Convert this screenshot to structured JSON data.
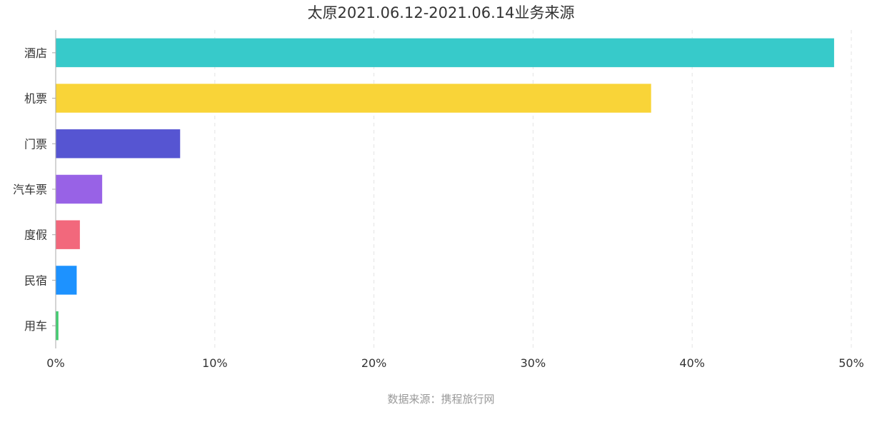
{
  "chart_data": {
    "type": "bar",
    "orientation": "horizontal",
    "title": "太原2021.06.12-2021.06.14业务来源",
    "source": "数据来源：携程旅行网",
    "categories": [
      "酒店",
      "机票",
      "门票",
      "汽车票",
      "度假",
      "民宿",
      "用车"
    ],
    "values": [
      48.9,
      37.4,
      7.8,
      2.9,
      1.5,
      1.3,
      0.15
    ],
    "colors": [
      "#33C9C9",
      "#F9D334",
      "#5352D1",
      "#965FE6",
      "#F26579",
      "#1890FF",
      "#3CCB6C"
    ],
    "xlim": [
      0,
      50
    ],
    "xticks": [
      0,
      10,
      20,
      30,
      40,
      50
    ],
    "xtick_labels": [
      "0%",
      "10%",
      "20%",
      "30%",
      "40%",
      "50%"
    ],
    "xgrid": true,
    "xlabel": "",
    "ylabel": ""
  }
}
